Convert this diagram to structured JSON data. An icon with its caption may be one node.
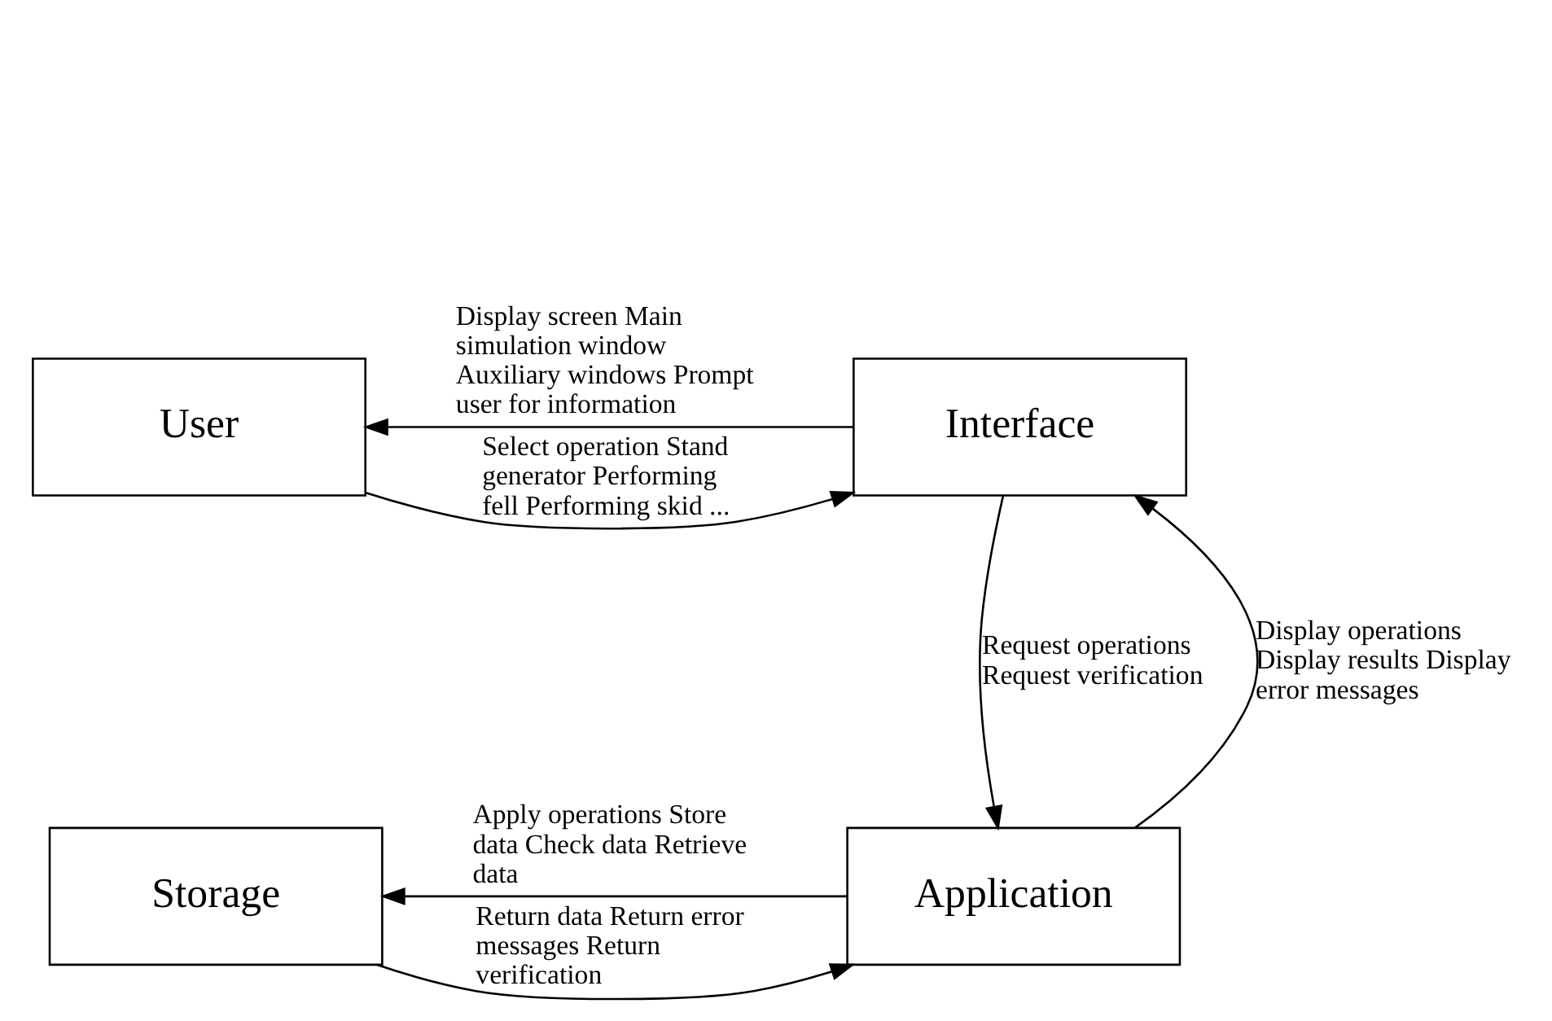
{
  "diagram": {
    "nodes": [
      {
        "text": [
          "User"
        ]
      },
      {
        "text": [
          "Interface"
        ]
      },
      {
        "text": [
          "Storage"
        ]
      },
      {
        "text": [
          "Application"
        ]
      }
    ],
    "edges": [
      {
        "from": 0,
        "to": 1,
        "arrow": "to",
        "label": "Select operation Stand generator Performing fell Performing skid ..."
      },
      {
        "from": 1,
        "to": 0,
        "arrow": "to",
        "label": "Display screen Main simulation window Auxiliary windows Prompt user for information"
      },
      {
        "from": 1,
        "to": 3,
        "arrow": "to",
        "label": "Request operations Request verification"
      },
      {
        "from": 3,
        "to": 1,
        "arrow": "to",
        "label": "Display operations Display results Display error messages"
      },
      {
        "from": 3,
        "to": 2,
        "arrow": "to",
        "label": "Apply operations Store data Check data Retrieve data"
      },
      {
        "from": 2,
        "to": 3,
        "arrow": "to",
        "label": "Return data Return error messages Return verification"
      }
    ]
  }
}
